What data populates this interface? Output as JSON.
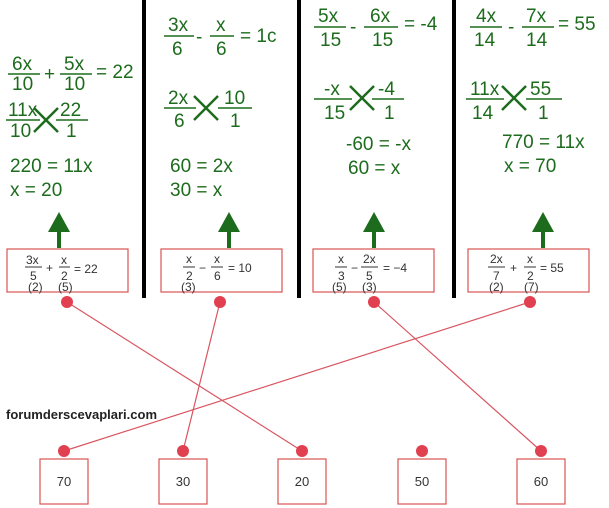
{
  "panels": [
    {
      "id": "p1",
      "sol_eq": {
        "n1": "6x",
        "d1": "10",
        "op": "+",
        "n2": "5x",
        "d2": "10",
        "rhs": "= 22"
      },
      "sol_cross": {
        "n1": "11x",
        "d1": "10",
        "n2": "22",
        "d2": "1"
      },
      "line1": "220 = 11x",
      "line2": "x = 20",
      "box": {
        "n1": "3x",
        "d1": "5",
        "op": "+",
        "n2": "x",
        "d2": "2",
        "rhs": "= 22",
        "expand1": "(2)",
        "expand2": "(5)"
      }
    },
    {
      "id": "p2",
      "sol_eq": {
        "n1": "3x",
        "d1": "6",
        "op": "-",
        "n2": "x",
        "d2": "6",
        "rhs": "= 1c"
      },
      "sol_cross": {
        "n1": "2x",
        "d1": "6",
        "n2": "10",
        "d2": "1"
      },
      "line1": "60 = 2x",
      "line2": "30 = x",
      "box": {
        "n1": "x",
        "d1": "2",
        "op": "−",
        "n2": "x",
        "d2": "6",
        "rhs": "= 10",
        "expand1": "(3)",
        "expand2": ""
      }
    },
    {
      "id": "p3",
      "sol_eq": {
        "n1": "5x",
        "d1": "15",
        "op": "-",
        "n2": "6x",
        "d2": "15",
        "rhs": "= -4"
      },
      "sol_cross": {
        "n1": "-x",
        "d1": "15",
        "n2": "-4",
        "d2": "1"
      },
      "line1": "-60 = -x",
      "line2": "60 = x",
      "box": {
        "n1": "x",
        "d1": "3",
        "op": "−",
        "n2": "2x",
        "d2": "5",
        "rhs": "= −4",
        "expand1": "(5)",
        "expand2": "(3)"
      }
    },
    {
      "id": "p4",
      "sol_eq": {
        "n1": "4x",
        "d1": "14",
        "op": "-",
        "n2": "7x",
        "d2": "14",
        "rhs": "= 55"
      },
      "sol_cross": {
        "n1": "11x",
        "d1": "14",
        "n2": "55",
        "d2": "1"
      },
      "line1": "770 = 11x",
      "line2": "x = 70",
      "box": {
        "n1": "2x",
        "d1": "7",
        "op": "+",
        "n2": "x",
        "d2": "2",
        "rhs": "= 55",
        "expand1": "(2)",
        "expand2": "(7)"
      }
    }
  ],
  "watermark": "forumderscevaplari.com",
  "answers": [
    "70",
    "30",
    "20",
    "50",
    "60"
  ],
  "connections": [
    {
      "from": "p1",
      "to": "20"
    },
    {
      "from": "p2",
      "to": "30"
    },
    {
      "from": "p3",
      "to": "60"
    },
    {
      "from": "p4",
      "to": "70"
    }
  ],
  "colors": {
    "solution": "#1d6b1d",
    "box_border": "#d9534f",
    "dot": "#e0404f",
    "line": "#d95560",
    "divider": "#000000"
  }
}
